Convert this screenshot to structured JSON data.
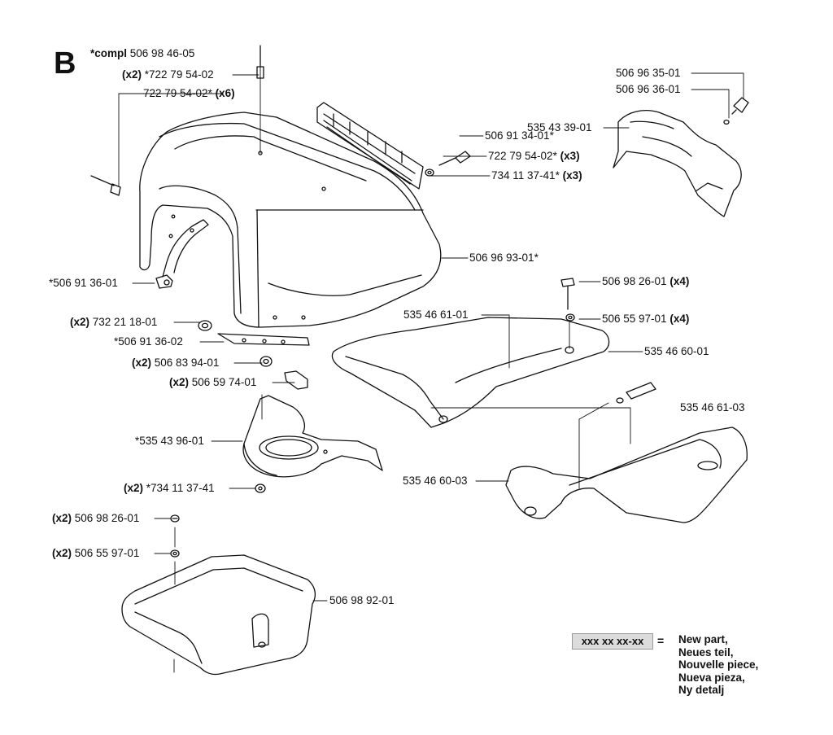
{
  "section_letter": "B",
  "compl": {
    "prefix": "*compl",
    "number": "506 98 46-05"
  },
  "labels": {
    "l01": {
      "pre": "(x2)",
      "num": "*722 79 54-02",
      "post": ""
    },
    "l02": {
      "pre": "",
      "num": "722 79 54-02*",
      "post": "(x6)"
    },
    "l03": {
      "pre": "",
      "num": "506 91 34-01*",
      "post": ""
    },
    "l04": {
      "pre": "",
      "num": "722 79 54-02*",
      "post": "(x3)"
    },
    "l05": {
      "pre": "",
      "num": "734 11 37-41*",
      "post": "(x3)"
    },
    "l06": {
      "pre": "",
      "num": "506 96 35-01",
      "post": ""
    },
    "l07": {
      "pre": "",
      "num": "506 96 36-01",
      "post": ""
    },
    "l08": {
      "pre": "",
      "num": "535 43 39-01",
      "post": ""
    },
    "l09": {
      "pre": "",
      "num": "506 96 93-01*",
      "post": ""
    },
    "l10": {
      "pre": "",
      "num": "*506 91 36-01",
      "post": ""
    },
    "l11": {
      "pre": "",
      "num": "506 98 26-01",
      "post": "(x4)"
    },
    "l12": {
      "pre": "",
      "num": "506 55 97-01",
      "post": "(x4)"
    },
    "l13": {
      "pre": "",
      "num": "535 46 61-01",
      "post": ""
    },
    "l14": {
      "pre": "",
      "num": "535 46 60-01",
      "post": ""
    },
    "l15": {
      "pre": "(x2)",
      "num": "732 21 18-01",
      "post": ""
    },
    "l16": {
      "pre": "",
      "num": "*506 91 36-02",
      "post": ""
    },
    "l17": {
      "pre": "(x2)",
      "num": "506 83 94-01",
      "post": ""
    },
    "l18": {
      "pre": "(x2)",
      "num": "506 59 74-01",
      "post": ""
    },
    "l19": {
      "pre": "",
      "num": "535 46 61-03",
      "post": ""
    },
    "l20": {
      "pre": "",
      "num": "*535 43 96-01",
      "post": ""
    },
    "l21": {
      "pre": "",
      "num": "535 46 60-03",
      "post": ""
    },
    "l22": {
      "pre": "(x2)",
      "num": "*734 11 37-41",
      "post": ""
    },
    "l23": {
      "pre": "(x2)",
      "num": "506 98 26-01",
      "post": ""
    },
    "l24": {
      "pre": "(x2)",
      "num": "506 55 97-01",
      "post": ""
    },
    "l25": {
      "pre": "",
      "num": "506 98 92-01",
      "post": ""
    }
  },
  "legend": {
    "code": "xxx xx xx-xx",
    "equals": "=",
    "lines": [
      "New part,",
      "Neues teil,",
      "Nouvelle piece,",
      "Nueva pieza,",
      "Ny detalj"
    ]
  }
}
